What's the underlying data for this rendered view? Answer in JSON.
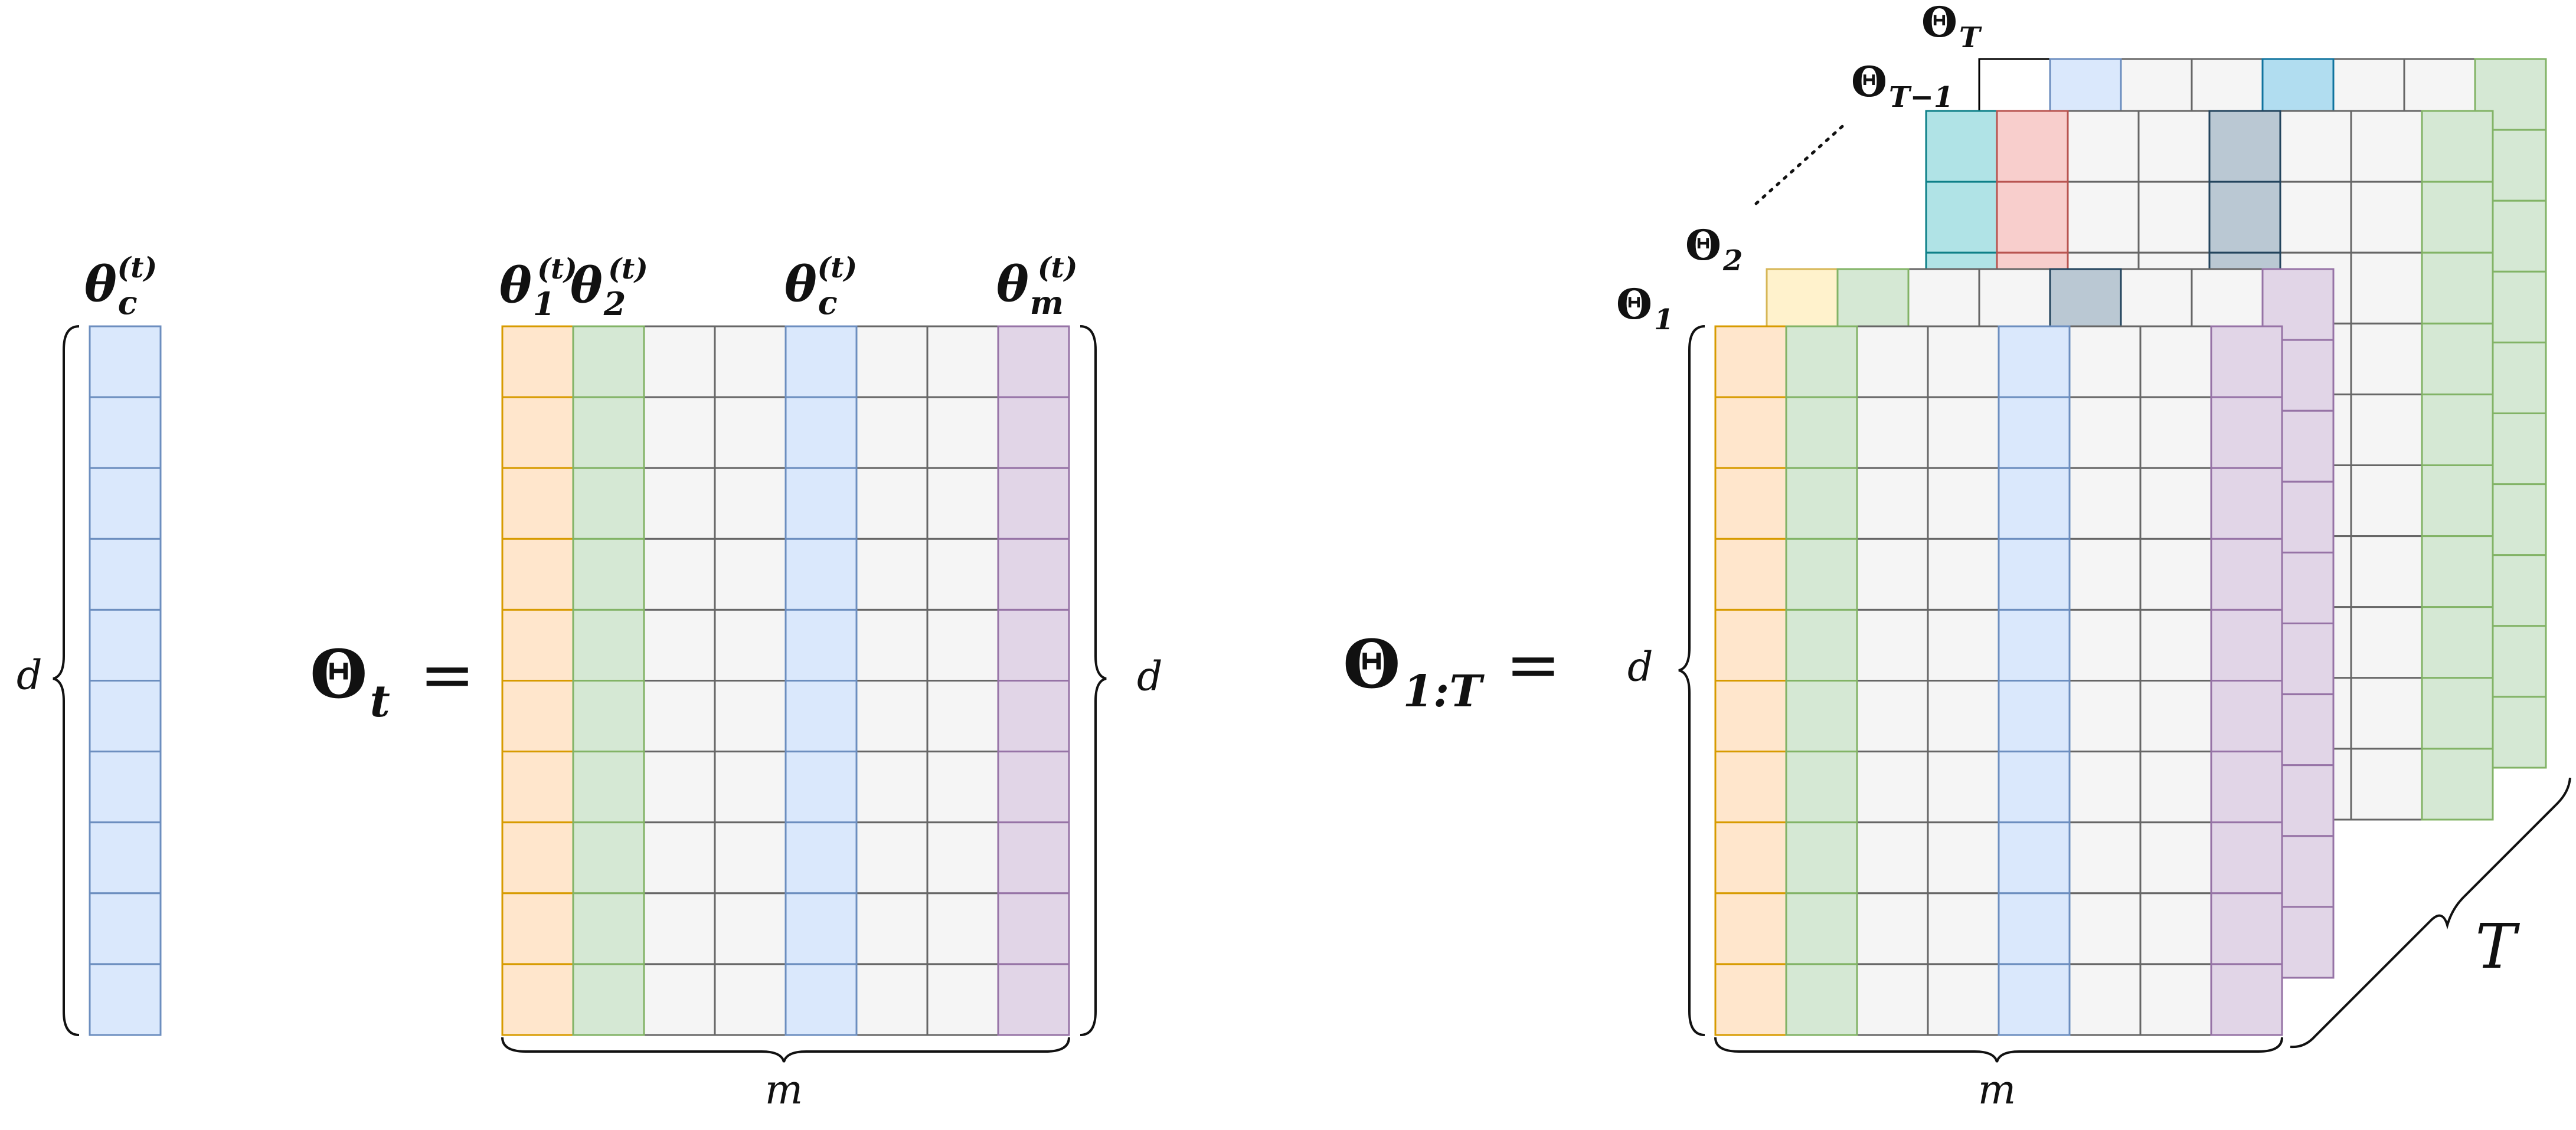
{
  "colors": {
    "orange_fill": "#ffe6cc",
    "orange_stroke": "#d79b00",
    "green_fill": "#d5e8d4",
    "green_stroke": "#82b366",
    "blue_fill": "#dae8fc",
    "blue_stroke": "#6c8ebf",
    "purple_fill": "#e1d5e7",
    "purple_stroke": "#9673a6",
    "gray_fill": "#f5f5f5",
    "gray_stroke": "#666666",
    "teal_fill": "#b0e3e6",
    "teal_stroke": "#0e8088",
    "red_fill": "#f8cecc",
    "red_stroke": "#b85450",
    "yellow_fill": "#fff2cc",
    "yellow_stroke": "#d6b656",
    "slate_fill": "#bac8d3",
    "slate_stroke": "#23445d",
    "skyblue_fill": "#b1ddf0",
    "skyblue_stroke": "#10739e",
    "white_fill": "#ffffff",
    "white_stroke": "#000000"
  },
  "vector": {
    "label": {
      "base": "θ",
      "sub": "c",
      "sup": "(t)"
    },
    "dim_label": "d",
    "rows": 10,
    "color": "blue"
  },
  "matrix": {
    "lhs": {
      "base": "Θ",
      "sub": "t",
      "eq": "="
    },
    "column_labels": [
      {
        "base": "θ",
        "sub": "1",
        "sup": "(t)"
      },
      {
        "base": "θ",
        "sub": "2",
        "sup": "(t)"
      },
      {
        "base": "θ",
        "sub": "c",
        "sup": "(t)"
      },
      {
        "base": "θ",
        "sub": "m",
        "sup": "(t)"
      }
    ],
    "column_colors": [
      "orange",
      "green",
      "gray",
      "gray",
      "blue",
      "gray",
      "gray",
      "purple"
    ],
    "rows": 10,
    "row_dim_label": "d",
    "col_dim_label": "m"
  },
  "stack": {
    "lhs": {
      "base": "Θ",
      "sub": "1:T",
      "eq": "="
    },
    "layer_labels": [
      {
        "base": "Θ",
        "sub": "T"
      },
      {
        "base": "Θ",
        "sub": "T−1"
      },
      {
        "base": "Θ",
        "sub": "2"
      },
      {
        "base": "Θ",
        "sub": "1"
      }
    ],
    "layers": {
      "theta_T": [
        "white",
        "blue",
        "gray",
        "gray",
        "skyblue",
        "gray",
        "gray",
        "green"
      ],
      "theta_T_minus_1": [
        "teal",
        "red",
        "gray",
        "gray",
        "slate",
        "gray",
        "gray",
        "green"
      ],
      "theta_2": [
        "yellow",
        "green",
        "gray",
        "gray",
        "slate",
        "gray",
        "gray",
        "purple"
      ],
      "theta_1": [
        "orange",
        "green",
        "gray",
        "gray",
        "blue",
        "gray",
        "gray",
        "purple"
      ]
    },
    "rows": 10,
    "row_dim_label": "d",
    "col_dim_label": "m",
    "depth_label": "T"
  }
}
